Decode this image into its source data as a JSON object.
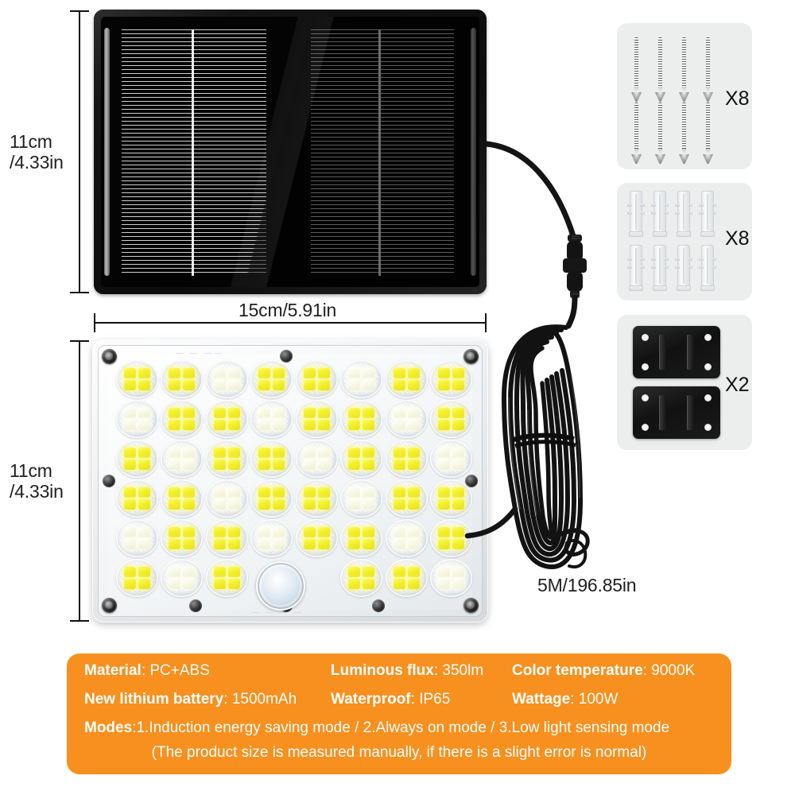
{
  "product": {
    "type": "solar-led-flood-light",
    "accent_color": "#F7901E",
    "background_color": "#FFFFFF"
  },
  "dimensions": {
    "solar_panel_height": "11cm\n/4.33in",
    "solar_panel_width": "15cm/5.91in",
    "lamp_height": "11cm\n/4.33in",
    "cable_length": "5M/196.85in"
  },
  "solar_panel": {
    "cell_columns": 2,
    "busbars_per_column": 1
  },
  "lamp": {
    "led_rows": 6,
    "led_columns": 8,
    "led_total": 45,
    "chips_per_led": 4,
    "sensor": "pir-motion-sensor"
  },
  "accessories": [
    {
      "name": "screws",
      "count_label": "X8",
      "items": 8
    },
    {
      "name": "wall-anchors",
      "count_label": "X8",
      "items": 8
    },
    {
      "name": "mounting-bracket",
      "count_label": "X2",
      "items": 2
    }
  ],
  "specs": {
    "row1": [
      {
        "label": "Material",
        "value": "PC+ABS"
      },
      {
        "label": "Luminous flux",
        "value": "350lm"
      },
      {
        "label": "Color temperature",
        "value": "9000K"
      }
    ],
    "row2": [
      {
        "label": "New lithium battery",
        "value": "1500mAh"
      },
      {
        "label": "Waterproof",
        "value": "IP65"
      },
      {
        "label": "Wattage",
        "value": "100W"
      }
    ],
    "modes_label": "Modes",
    "modes_value": ":1.Induction energy saving mode / 2.Always on mode / 3.Low light sensing mode",
    "note": "(The product size is measured manually, if there is a slight error is normal)"
  }
}
